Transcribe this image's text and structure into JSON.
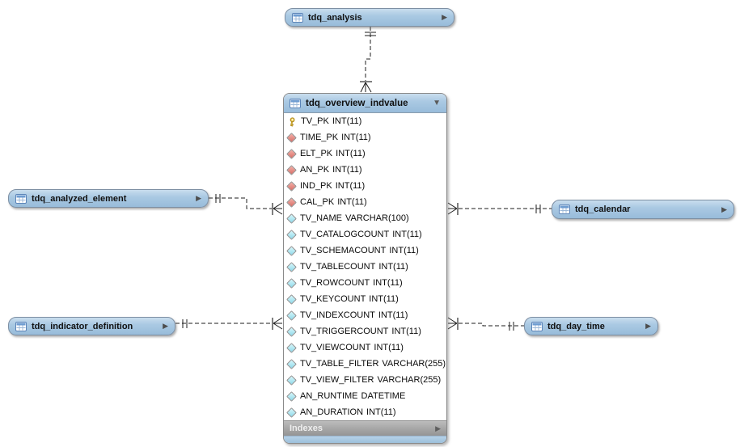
{
  "icons": {
    "expand": "▶",
    "collapse": "▼"
  },
  "colors": {
    "table_header_blue": "#aac9e3",
    "indexes_bar_gray": "#a7a7a7",
    "primary_key_icon": "#e8c33a",
    "foreign_key_icon": "#e0837c",
    "column_icon": "#a5e2ef",
    "relationship_line": "#1c1c1c"
  },
  "tables": {
    "analysis": {
      "name": "tdq_analysis"
    },
    "analyzed_element": {
      "name": "tdq_analyzed_element"
    },
    "indicator_definition": {
      "name": "tdq_indicator_definition"
    },
    "calendar": {
      "name": "tdq_calendar"
    },
    "day_time": {
      "name": "tdq_day_time"
    },
    "overview": {
      "name": "tdq_overview_indvalue",
      "footer": "Indexes",
      "columns": [
        {
          "icon": "key",
          "name": "TV_PK",
          "type": "INT(11)"
        },
        {
          "icon": "fk",
          "name": "TIME_PK",
          "type": "INT(11)"
        },
        {
          "icon": "fk",
          "name": "ELT_PK",
          "type": "INT(11)"
        },
        {
          "icon": "fk",
          "name": "AN_PK",
          "type": "INT(11)"
        },
        {
          "icon": "fk",
          "name": "IND_PK",
          "type": "INT(11)"
        },
        {
          "icon": "fk",
          "name": "CAL_PK",
          "type": "INT(11)"
        },
        {
          "icon": "col",
          "name": "TV_NAME",
          "type": "VARCHAR(100)"
        },
        {
          "icon": "col",
          "name": "TV_CATALOGCOUNT",
          "type": "INT(11)"
        },
        {
          "icon": "col",
          "name": "TV_SCHEMACOUNT",
          "type": "INT(11)"
        },
        {
          "icon": "col",
          "name": "TV_TABLECOUNT",
          "type": "INT(11)"
        },
        {
          "icon": "col",
          "name": "TV_ROWCOUNT",
          "type": "INT(11)"
        },
        {
          "icon": "col",
          "name": "TV_KEYCOUNT",
          "type": "INT(11)"
        },
        {
          "icon": "col",
          "name": "TV_INDEXCOUNT",
          "type": "INT(11)"
        },
        {
          "icon": "col",
          "name": "TV_TRIGGERCOUNT",
          "type": "INT(11)"
        },
        {
          "icon": "col",
          "name": "TV_VIEWCOUNT",
          "type": "INT(11)"
        },
        {
          "icon": "col",
          "name": "TV_TABLE_FILTER",
          "type": "VARCHAR(255)"
        },
        {
          "icon": "col",
          "name": "TV_VIEW_FILTER",
          "type": "VARCHAR(255)"
        },
        {
          "icon": "col",
          "name": "AN_RUNTIME",
          "type": "DATETIME"
        },
        {
          "icon": "col",
          "name": "AN_DURATION",
          "type": "INT(11)"
        }
      ]
    }
  },
  "relationships": [
    {
      "from": "tdq_analysis",
      "to": "tdq_overview_indvalue",
      "cardinality": "one-to-many",
      "style": "dashed"
    },
    {
      "from": "tdq_analyzed_element",
      "to": "tdq_overview_indvalue",
      "cardinality": "one-to-many",
      "style": "dashed"
    },
    {
      "from": "tdq_calendar",
      "to": "tdq_overview_indvalue",
      "cardinality": "one-to-many",
      "style": "dashed"
    },
    {
      "from": "tdq_indicator_definition",
      "to": "tdq_overview_indvalue",
      "cardinality": "one-to-many",
      "style": "dashed"
    },
    {
      "from": "tdq_day_time",
      "to": "tdq_overview_indvalue",
      "cardinality": "one-to-many",
      "style": "dashed"
    }
  ]
}
